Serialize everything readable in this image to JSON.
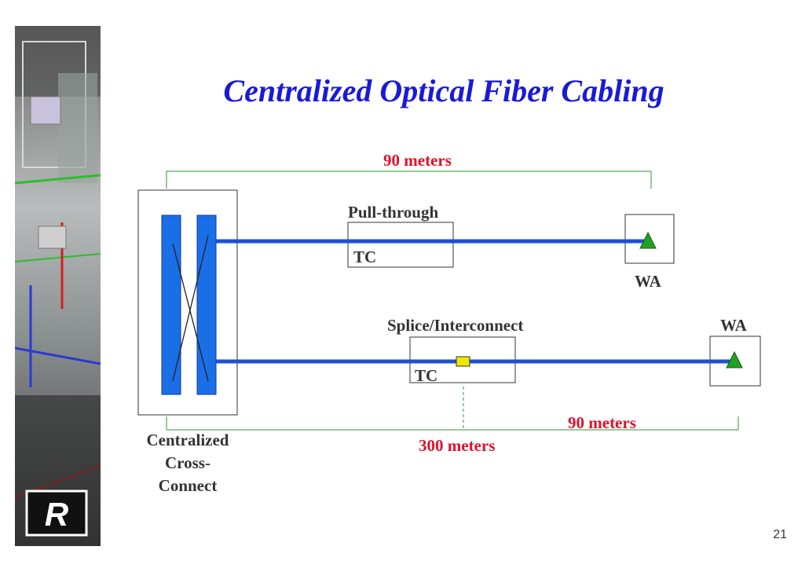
{
  "slide": {
    "title": "Centralized Optical Fiber Cabling",
    "page_number": "21"
  },
  "diagram": {
    "top_distance": "90 meters",
    "pull_through_label": "Pull-through",
    "tc_top": "TC",
    "wa_top": "WA",
    "splice_label": "Splice/Interconnect",
    "wa_bottom": "WA",
    "tc_bottom": "TC",
    "bottom_distance_right": "90 meters",
    "bottom_distance_total": "300 meters",
    "cross_connect_line1": "Centralized",
    "cross_connect_line2": "Cross-",
    "cross_connect_line3": "Connect"
  },
  "colors": {
    "title": "#1a1ad6",
    "distance_text": "#e0102c",
    "fiber_line": "#1f4fd6",
    "panel": "#1a6fe6",
    "dimension_line": "#2e9a2e",
    "wa_triangle": "#22a022",
    "splice": "#f2e600"
  }
}
